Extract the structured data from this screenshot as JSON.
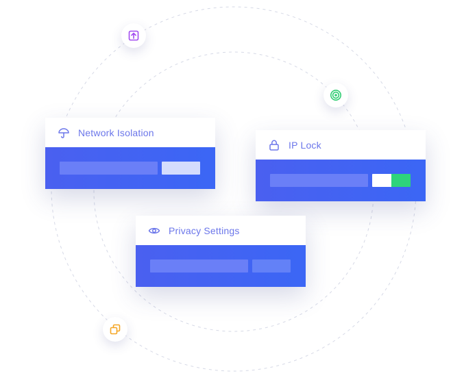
{
  "cards": [
    {
      "id": "network",
      "label": "Network Isolation",
      "icon": "umbrella-icon"
    },
    {
      "id": "iplock",
      "label": "IP Lock",
      "icon": "lock-icon"
    },
    {
      "id": "privacy",
      "label": "Privacy Settings",
      "icon": "eye-icon"
    }
  ],
  "nodes": [
    {
      "icon": "upload-icon",
      "color": "#a24cf0"
    },
    {
      "icon": "target-icon",
      "color": "#2ecc71"
    },
    {
      "icon": "copy-icon",
      "color": "#f5a623"
    }
  ],
  "ip_lock": {
    "toggle_on": true,
    "toggle_color": "#2ed47a"
  },
  "colors": {
    "accent": "#4a60f0",
    "label_text": "#6b76ea"
  }
}
